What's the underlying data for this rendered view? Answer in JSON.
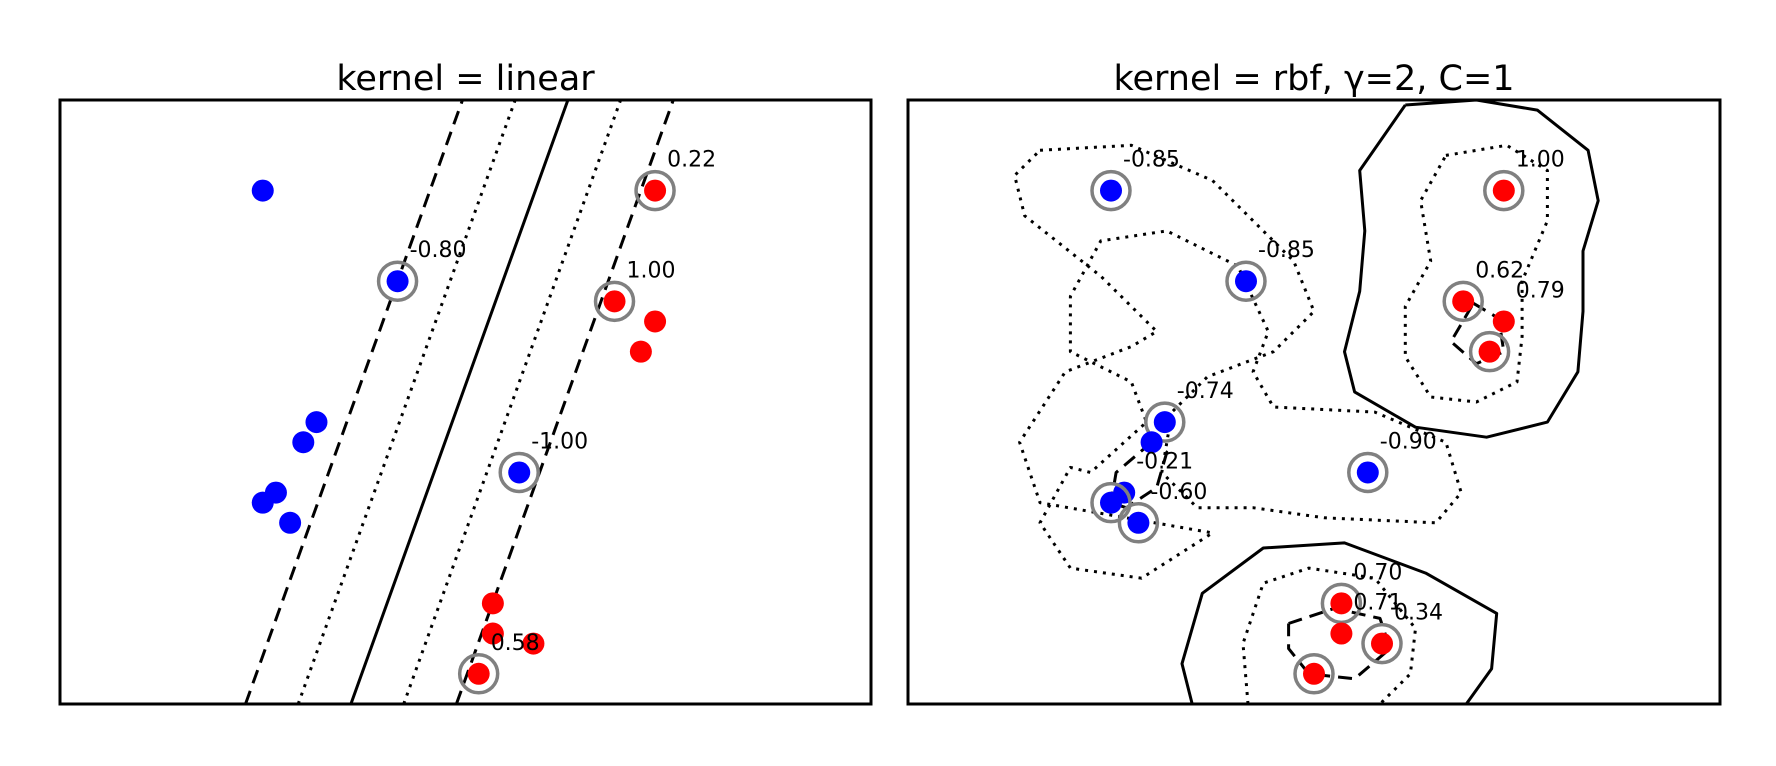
{
  "chart_data": [
    {
      "type": "scatter",
      "title": "kernel = linear",
      "xlabel": "",
      "ylabel": "",
      "xlim": [
        0,
        8
      ],
      "ylim": [
        0,
        6
      ],
      "grid": false,
      "legend": "none",
      "point_colors": {
        "negative": "#0000ff",
        "positive": "#ff0000",
        "support_ring": "#808080"
      },
      "points": [
        {
          "x": 2.0,
          "y": 5.1,
          "class": "negative",
          "support": false
        },
        {
          "x": 3.33,
          "y": 4.2,
          "class": "negative",
          "support": true,
          "label": "-0.80"
        },
        {
          "x": 2.53,
          "y": 2.8,
          "class": "negative",
          "support": false
        },
        {
          "x": 2.4,
          "y": 2.6,
          "class": "negative",
          "support": false
        },
        {
          "x": 2.13,
          "y": 2.1,
          "class": "negative",
          "support": false
        },
        {
          "x": 2.0,
          "y": 2.0,
          "class": "negative",
          "support": false
        },
        {
          "x": 2.27,
          "y": 1.8,
          "class": "negative",
          "support": false
        },
        {
          "x": 4.53,
          "y": 2.3,
          "class": "negative",
          "support": true,
          "label": "-1.00"
        },
        {
          "x": 5.87,
          "y": 5.1,
          "class": "positive",
          "support": true,
          "label": "0.22"
        },
        {
          "x": 5.47,
          "y": 4.0,
          "class": "positive",
          "support": true,
          "label": "1.00"
        },
        {
          "x": 5.87,
          "y": 3.8,
          "class": "positive",
          "support": false
        },
        {
          "x": 5.73,
          "y": 3.5,
          "class": "positive",
          "support": false
        },
        {
          "x": 4.27,
          "y": 1.0,
          "class": "positive",
          "support": false
        },
        {
          "x": 4.27,
          "y": 0.7,
          "class": "positive",
          "support": false
        },
        {
          "x": 4.67,
          "y": 0.6,
          "class": "positive",
          "support": false
        },
        {
          "x": 4.13,
          "y": 0.3,
          "class": "positive",
          "support": true,
          "label": "0.58"
        }
      ],
      "contours": [
        {
          "style": "dashed",
          "lines": [
            [
              [
                1.83,
                0
              ],
              [
                3.97,
                6
              ]
            ]
          ]
        },
        {
          "style": "dotted",
          "lines": [
            [
              [
                2.35,
                0
              ],
              [
                4.49,
                6
              ]
            ]
          ]
        },
        {
          "style": "solid",
          "lines": [
            [
              [
                2.87,
                0
              ],
              [
                5.01,
                6
              ]
            ]
          ]
        },
        {
          "style": "dotted",
          "lines": [
            [
              [
                3.39,
                0
              ],
              [
                5.53,
                6
              ]
            ]
          ]
        },
        {
          "style": "dashed",
          "lines": [
            [
              [
                3.91,
                0
              ],
              [
                6.05,
                6
              ]
            ]
          ]
        }
      ]
    },
    {
      "type": "scatter",
      "title": "kernel = rbf, γ=2, C=1",
      "xlabel": "",
      "ylabel": "",
      "xlim": [
        0,
        8
      ],
      "ylim": [
        0,
        6
      ],
      "grid": false,
      "legend": "none",
      "point_colors": {
        "negative": "#0000ff",
        "positive": "#ff0000",
        "support_ring": "#808080"
      },
      "points": [
        {
          "x": 2.0,
          "y": 5.1,
          "class": "negative",
          "support": true,
          "label": "-0.85"
        },
        {
          "x": 3.33,
          "y": 4.2,
          "class": "negative",
          "support": true,
          "label": "-0.85"
        },
        {
          "x": 2.53,
          "y": 2.8,
          "class": "negative",
          "support": true,
          "label": "-0.74"
        },
        {
          "x": 2.4,
          "y": 2.6,
          "class": "negative",
          "support": false
        },
        {
          "x": 2.13,
          "y": 2.1,
          "class": "negative",
          "support": false,
          "label": "-0.21"
        },
        {
          "x": 2.0,
          "y": 2.0,
          "class": "negative",
          "support": true
        },
        {
          "x": 2.27,
          "y": 1.8,
          "class": "negative",
          "support": true,
          "label": "-0.60"
        },
        {
          "x": 4.53,
          "y": 2.3,
          "class": "negative",
          "support": true,
          "label": "-0.90"
        },
        {
          "x": 5.87,
          "y": 5.1,
          "class": "positive",
          "support": true,
          "label": "1.00"
        },
        {
          "x": 5.47,
          "y": 4.0,
          "class": "positive",
          "support": true,
          "label": "0.62"
        },
        {
          "x": 5.87,
          "y": 3.8,
          "class": "positive",
          "support": false,
          "label": "0.79"
        },
        {
          "x": 5.73,
          "y": 3.5,
          "class": "positive",
          "support": true
        },
        {
          "x": 4.27,
          "y": 1.0,
          "class": "positive",
          "support": true,
          "label": "0.70"
        },
        {
          "x": 4.27,
          "y": 0.7,
          "class": "positive",
          "support": false,
          "label": "0.71"
        },
        {
          "x": 4.67,
          "y": 0.6,
          "class": "positive",
          "support": true,
          "label": "0.34"
        },
        {
          "x": 4.0,
          "y": 0.3,
          "class": "positive",
          "support": true
        }
      ],
      "contours": [
        {
          "style": "dotted",
          "lines": [
            [
              [
                1.3,
                5.5
              ],
              [
                2.2,
                5.55
              ],
              [
                3.0,
                5.2
              ],
              [
                3.8,
                4.4
              ],
              [
                4.0,
                3.9
              ],
              [
                3.6,
                3.5
              ],
              [
                2.95,
                3.25
              ],
              [
                2.6,
                2.9
              ],
              [
                2.5,
                2.3
              ],
              [
                2.85,
                1.95
              ],
              [
                3.4,
                1.95
              ],
              [
                4.1,
                1.85
              ],
              [
                5.2,
                1.8
              ],
              [
                5.45,
                2.1
              ],
              [
                5.3,
                2.6
              ],
              [
                4.6,
                2.9
              ],
              [
                3.6,
                2.95
              ],
              [
                3.4,
                3.3
              ],
              [
                3.55,
                3.7
              ],
              [
                3.25,
                4.35
              ],
              [
                2.55,
                4.7
              ],
              [
                1.9,
                4.6
              ],
              [
                1.6,
                4.05
              ],
              [
                1.6,
                3.5
              ],
              [
                2.2,
                3.2
              ],
              [
                2.35,
                2.8
              ],
              [
                1.8,
                2.3
              ],
              [
                1.6,
                2.35
              ],
              [
                1.3,
                1.8
              ],
              [
                1.6,
                1.35
              ],
              [
                2.3,
                1.25
              ],
              [
                3.0,
                1.7
              ],
              [
                1.3,
                2.0
              ],
              [
                1.1,
                2.6
              ],
              [
                1.55,
                3.3
              ],
              [
                2.2,
                3.55
              ],
              [
                2.45,
                3.7
              ],
              [
                1.9,
                4.25
              ],
              [
                1.15,
                4.85
              ],
              [
                1.05,
                5.25
              ],
              [
                1.3,
                5.5
              ]
            ]
          ]
        },
        {
          "style": "dashed",
          "lines": [
            [
              [
                2.4,
                2.6
              ],
              [
                2.05,
                2.3
              ],
              [
                2.0,
                2.0
              ],
              [
                2.15,
                1.95
              ],
              [
                2.45,
                2.15
              ],
              [
                2.55,
                2.5
              ],
              [
                2.4,
                2.6
              ]
            ],
            [
              [
                5.57,
                3.98
              ],
              [
                5.82,
                3.83
              ],
              [
                5.87,
                3.5
              ],
              [
                5.6,
                3.38
              ],
              [
                5.35,
                3.6
              ],
              [
                5.57,
                3.98
              ]
            ],
            [
              [
                3.75,
                0.8
              ],
              [
                4.2,
                0.95
              ],
              [
                4.65,
                0.85
              ],
              [
                4.75,
                0.55
              ],
              [
                4.4,
                0.25
              ],
              [
                3.95,
                0.3
              ],
              [
                3.75,
                0.55
              ],
              [
                3.75,
                0.8
              ]
            ]
          ]
        },
        {
          "style": "dotted",
          "lines": [
            [
              [
                5.3,
                5.45
              ],
              [
                5.9,
                5.55
              ],
              [
                6.3,
                5.3
              ],
              [
                6.3,
                4.8
              ],
              [
                6.05,
                4.2
              ],
              [
                6.05,
                3.65
              ],
              [
                6.0,
                3.2
              ],
              [
                5.6,
                3.0
              ],
              [
                5.15,
                3.05
              ],
              [
                4.9,
                3.45
              ],
              [
                4.9,
                3.95
              ],
              [
                5.15,
                4.4
              ],
              [
                5.05,
                5.0
              ],
              [
                5.3,
                5.45
              ]
            ],
            [
              [
                3.35,
                0
              ],
              [
                3.3,
                0.6
              ],
              [
                3.5,
                1.2
              ],
              [
                3.95,
                1.35
              ],
              [
                4.6,
                1.25
              ],
              [
                5.0,
                0.75
              ],
              [
                4.95,
                0.3
              ],
              [
                4.65,
                0
              ]
            ]
          ]
        },
        {
          "style": "solid",
          "lines": [
            [
              [
                4.9,
                5.95
              ],
              [
                5.6,
                6.0
              ],
              [
                6.2,
                5.9
              ],
              [
                6.7,
                5.5
              ],
              [
                6.8,
                5.0
              ],
              [
                6.65,
                4.5
              ],
              [
                6.65,
                3.9
              ],
              [
                6.6,
                3.3
              ],
              [
                6.3,
                2.8
              ],
              [
                5.7,
                2.65
              ],
              [
                5.0,
                2.75
              ],
              [
                4.4,
                3.1
              ],
              [
                4.3,
                3.5
              ],
              [
                4.45,
                4.1
              ],
              [
                4.5,
                4.7
              ],
              [
                4.45,
                5.3
              ],
              [
                4.9,
                5.95
              ]
            ],
            [
              [
                2.8,
                0
              ],
              [
                2.7,
                0.4
              ],
              [
                2.9,
                1.1
              ],
              [
                3.5,
                1.55
              ],
              [
                4.3,
                1.6
              ],
              [
                5.1,
                1.3
              ],
              [
                5.8,
                0.9
              ],
              [
                5.75,
                0.35
              ],
              [
                5.5,
                0
              ]
            ]
          ]
        }
      ]
    }
  ]
}
